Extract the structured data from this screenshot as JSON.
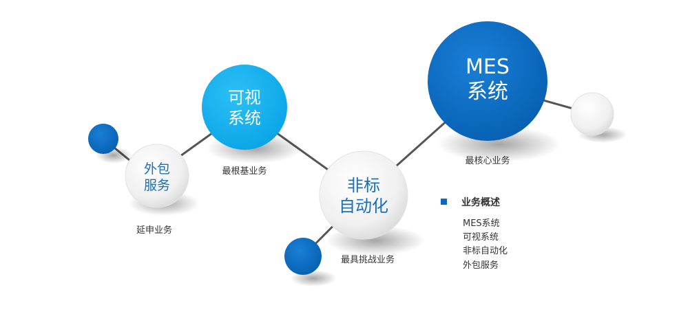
{
  "nodes": {
    "waibao": {
      "line1": "外包",
      "line2": "服务",
      "caption": "延申业务",
      "text_color": "#1a6fb8"
    },
    "keshi": {
      "line1": "可视",
      "line2": "系统",
      "caption": "最根基业务",
      "text_color": "#ffffff"
    },
    "feibiao": {
      "line1": "非标",
      "line2": "自动化",
      "caption": "最具挑战业务",
      "text_color": "#1a6fb8"
    },
    "mes": {
      "line1": "MES",
      "line2": "系统",
      "caption": "最核心业务",
      "text_color": "#ffffff"
    }
  },
  "summary": {
    "title": "业务概述",
    "items": [
      "MES系统",
      "可视系统",
      "非标自动化",
      "外包服务"
    ]
  },
  "colors": {
    "dark_blue": "#0a6bc1",
    "light_blue": "#0fb0ee",
    "connector": "#555555",
    "white_ball": "#f2f2f2"
  }
}
